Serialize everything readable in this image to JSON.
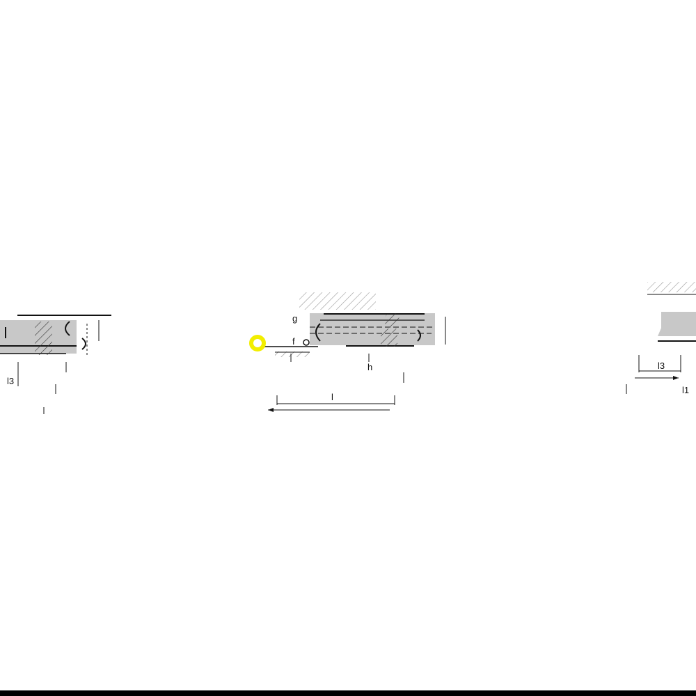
{
  "colors": {
    "part_fill": "#c8c8c8",
    "line": "#111111",
    "highlight": "#f2ee00",
    "background": "#ffffff"
  },
  "labels": {
    "left": {
      "l3": "l3"
    },
    "center": {
      "h": "h",
      "l": "l",
      "f": "f",
      "g": "g"
    },
    "right": {
      "l3": "l3",
      "l1": "l1"
    }
  }
}
